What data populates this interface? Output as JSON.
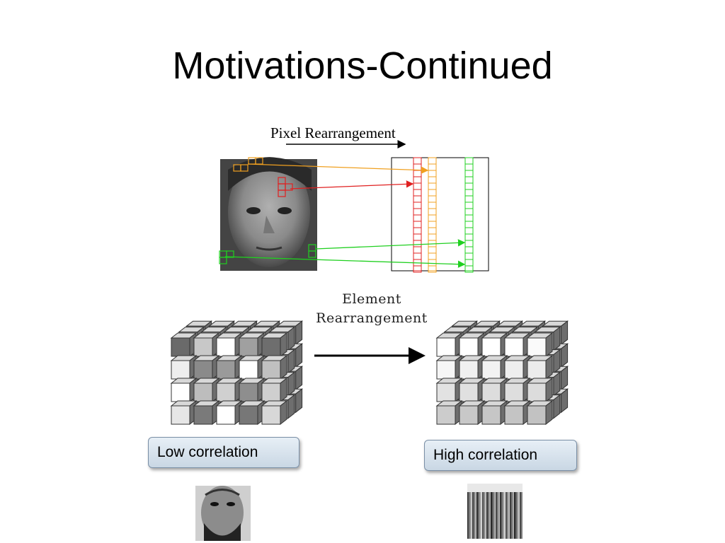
{
  "slide": {
    "title": "Motivations-Continued",
    "pixel_label": "Pixel Rearrangement",
    "element_label_line1": "Element",
    "element_label_line2": "Rearrangement",
    "low_label": "Low correlation",
    "high_label": "High correlation"
  },
  "colors": {
    "orange": "#f0a020",
    "red": "#e02020",
    "green": "#20d020",
    "tag_border": "#7a8fa6"
  }
}
